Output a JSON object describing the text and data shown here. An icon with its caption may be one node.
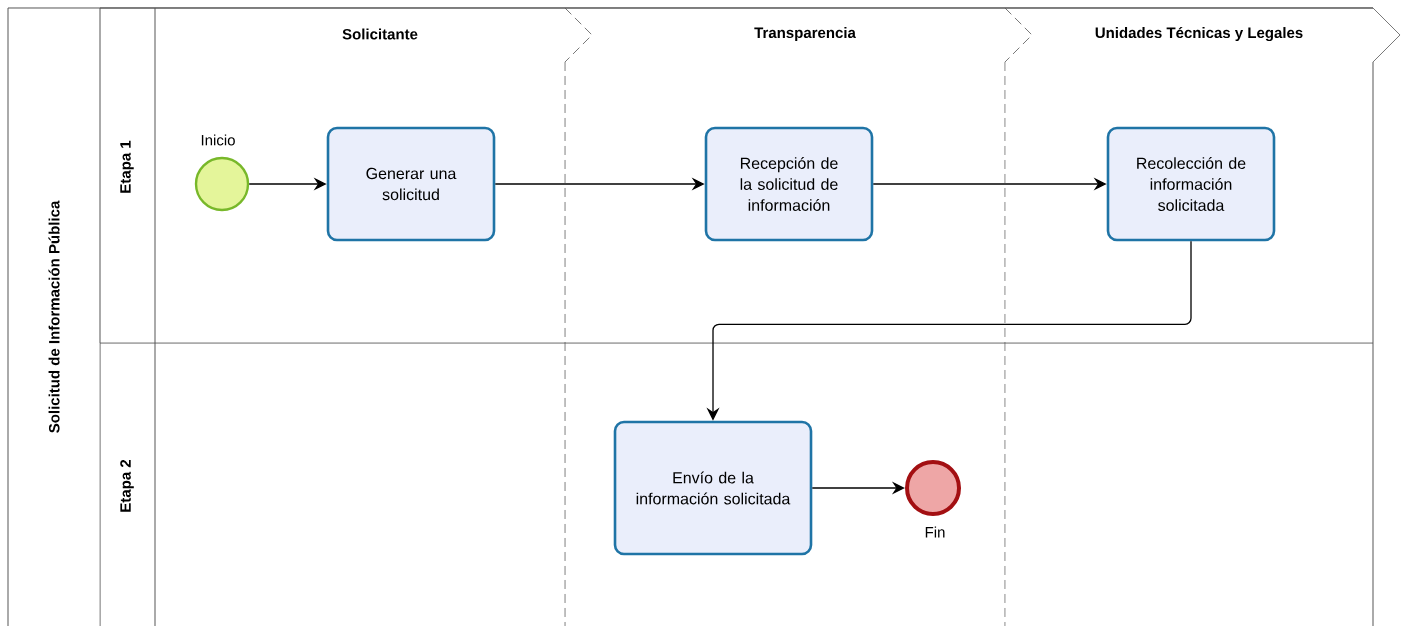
{
  "diagram": {
    "nodes": [
      {
        "text": [
          "Solicitud de Información Pública"
        ]
      },
      {
        "text": [
          "Etapa 1"
        ],
        "in": 0
      },
      {
        "text": [
          "Etapa 2"
        ],
        "in": 0
      },
      {
        "text": [
          "Solicitante"
        ],
        "in": 1
      },
      {
        "text": [
          "Transparencia"
        ],
        "in": 1
      },
      {
        "text": [
          "Unidades Técnicas y Legales"
        ],
        "in": 0
      },
      {
        "text": [],
        "shape": "circle",
        "beside": [
          "Inicio"
        ],
        "in": 1
      },
      {
        "text": [
          "Generar una solicitud"
        ],
        "in": 1
      },
      {
        "text": [
          "Recepción de la solicitud de información"
        ],
        "in": 1
      },
      {
        "text": [
          "Recolección de información solicitada"
        ],
        "in": 1
      },
      {
        "text": [
          "Envío de la información solicitada"
        ],
        "in": 2
      },
      {
        "text": [],
        "shape": "circle",
        "beside": [
          "Fin"
        ],
        "in": 2
      }
    ],
    "edges": [
      {
        "from": 6,
        "to": 7,
        "arrow": "to"
      },
      {
        "from": 7,
        "to": 8,
        "arrow": "to"
      },
      {
        "from": 8,
        "to": 9,
        "arrow": "to"
      },
      {
        "from": 9,
        "to": 10,
        "arrow": "to"
      },
      {
        "from": 10,
        "to": 11,
        "arrow": "to"
      }
    ]
  }
}
